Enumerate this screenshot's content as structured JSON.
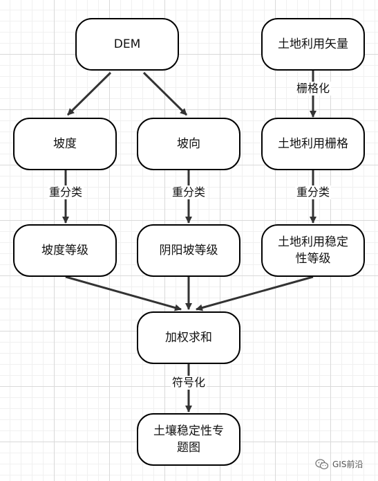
{
  "nodes": {
    "dem": "DEM",
    "slope": "坡度",
    "aspect": "坡向",
    "landuse_vector": "土地利用矢量",
    "landuse_raster": "土地利用栅格",
    "slope_grade": "坡度等级",
    "shade_slope_grade": "阴阳坡等级",
    "landuse_stability_grade": "土地利用稳定性等级",
    "weighted_sum": "加权求和",
    "soil_stability_map": "土壤稳定性专题图"
  },
  "edges": {
    "rasterize": "栅格化",
    "reclass_slope": "重分类",
    "reclass_aspect": "重分类",
    "reclass_landuse": "重分类",
    "symbolize": "符号化"
  },
  "watermark": {
    "text": "GIS前沿",
    "icon": "wechat-icon"
  },
  "colors": {
    "stroke": "#000000",
    "arrow": "#333333",
    "text": "#111111"
  }
}
